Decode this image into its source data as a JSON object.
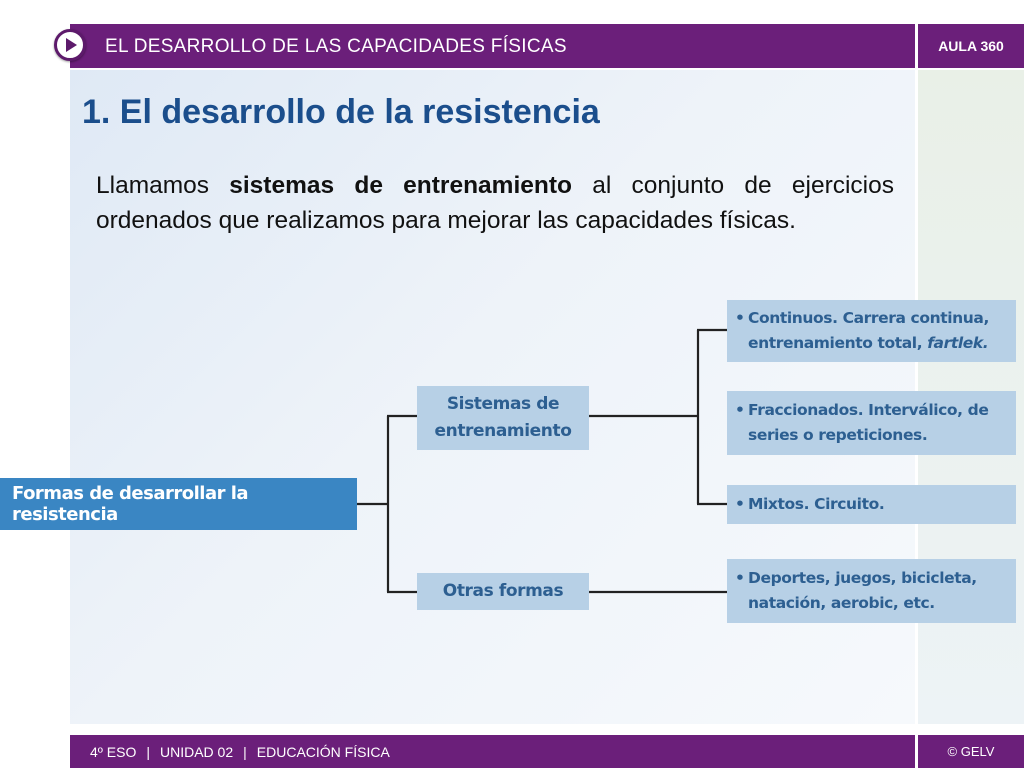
{
  "header": {
    "title": "EL DESARROLLO DE LAS CAPACIDADES FÍSICAS",
    "badge": "AULA 360"
  },
  "slide": {
    "title": "1. El desarrollo de la resistencia",
    "intro_before": "Llamamos ",
    "intro_bold": "sistemas de entrenamiento",
    "intro_after": " al conjunto de ejercicios ordenados que realizamos para mejorar las capacidades físicas."
  },
  "diagram": {
    "root": "Formas de desarrollar la resistencia",
    "branch_sistemas": "Sistemas de entrenamiento",
    "branch_otras": "Otras formas",
    "bullet": "•",
    "leaf_continuos": "Continuos. Carrera continua, entrenamiento total,",
    "leaf_continuos_italic": "fartlek.",
    "leaf_fraccionados": "Fraccionados. Interválico, de series o repeticiones.",
    "leaf_mixtos": "Mixtos. Circuito.",
    "leaf_deportes": "Deportes, juegos, bicicleta, natación, aerobic, etc."
  },
  "footer": {
    "course": "4º ESO",
    "separator": "|",
    "unit": "UNIDAD 02",
    "subject": "EDUCACIÓN FÍSICA",
    "copyright": "© GELV"
  },
  "colors": {
    "header_bar": "#6b1f7a",
    "title_blue": "#1b4e8c",
    "root_box": "#3a86c3",
    "light_box": "#b7d0e6",
    "box_text": "#2d5f91"
  }
}
